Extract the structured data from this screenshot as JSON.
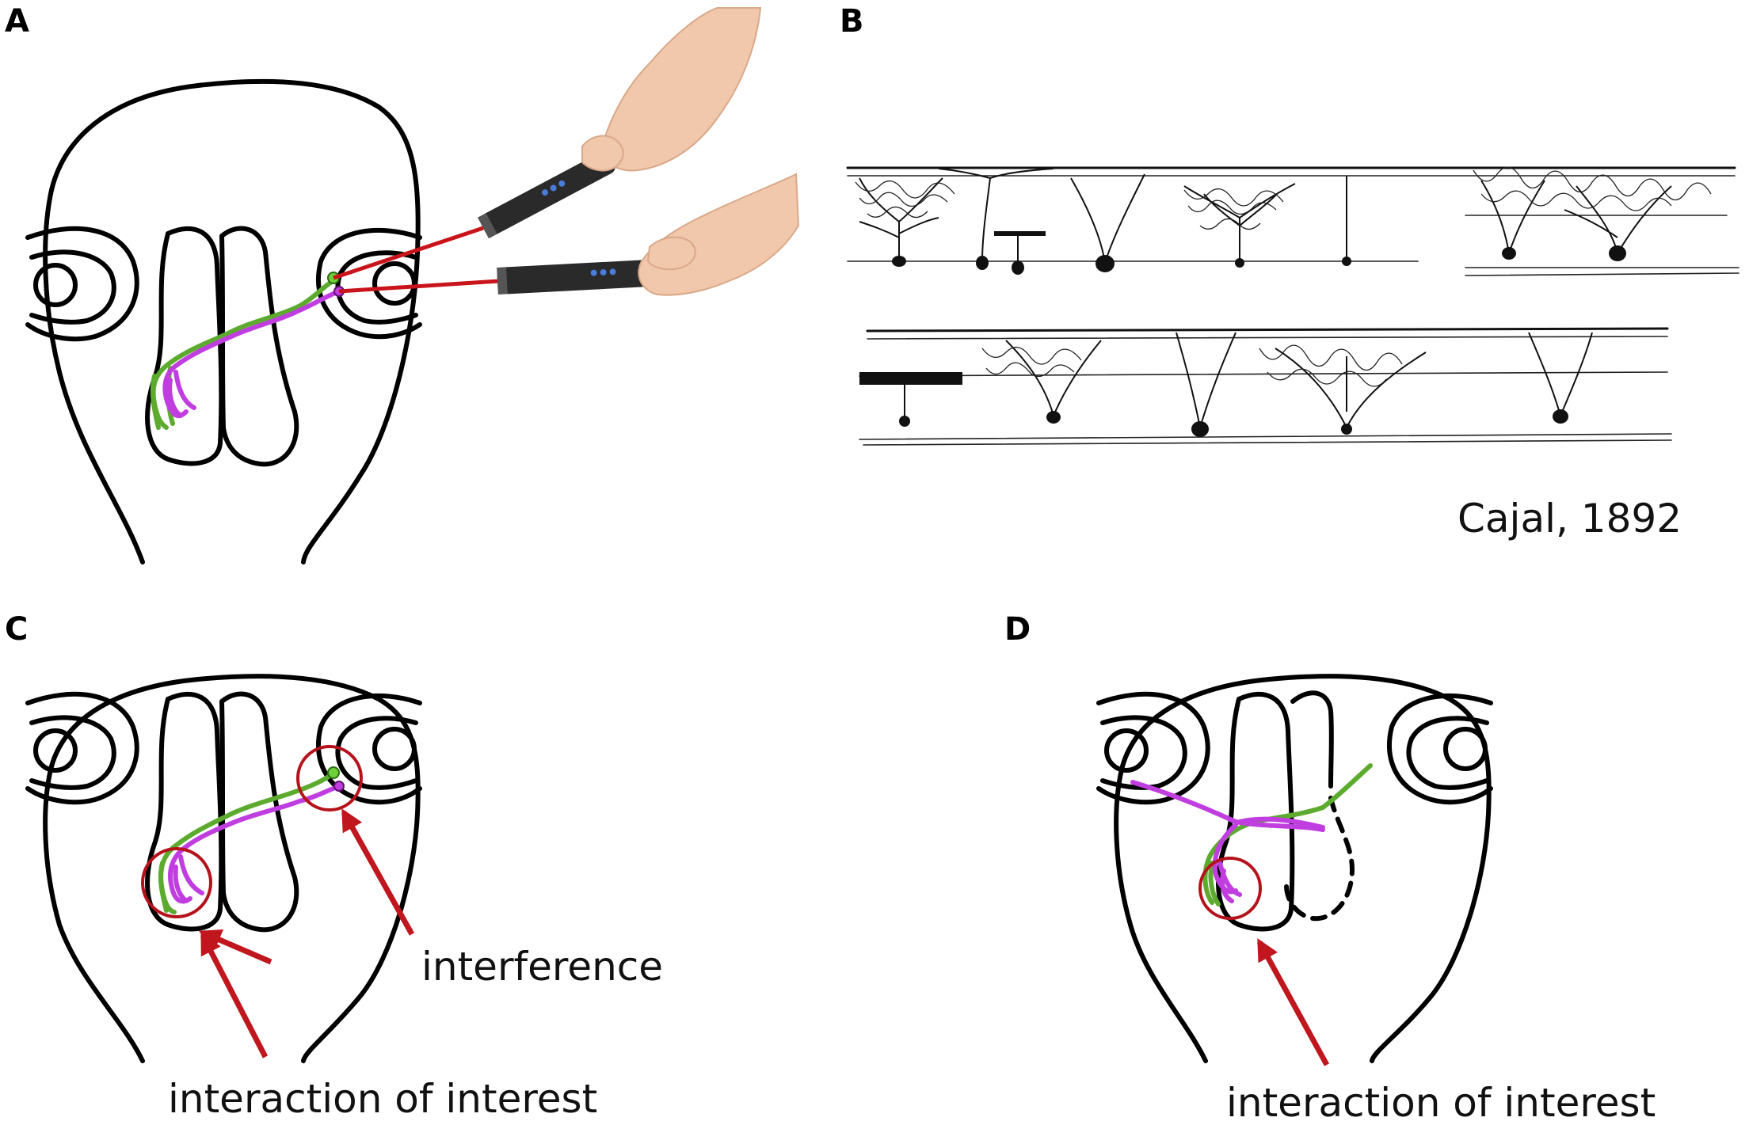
{
  "panels": {
    "a": {
      "letter": "A"
    },
    "b": {
      "letter": "B",
      "attribution": "Cajal, 1892"
    },
    "c": {
      "letter": "C",
      "label_interference": "interference",
      "label_interaction": "interaction of interest"
    },
    "d": {
      "letter": "D",
      "label_interaction": "interaction of interest"
    }
  },
  "colors": {
    "outline": "#000000",
    "axon_green": "#5cab2f",
    "axon_magenta": "#c03ee0",
    "laser_red": "#c8141a",
    "marker_ring": "#b5121b",
    "arrow_red": "#c0161d"
  },
  "icons": [
    "hand-icon",
    "laser-pointer-icon",
    "neuron-drawing"
  ]
}
